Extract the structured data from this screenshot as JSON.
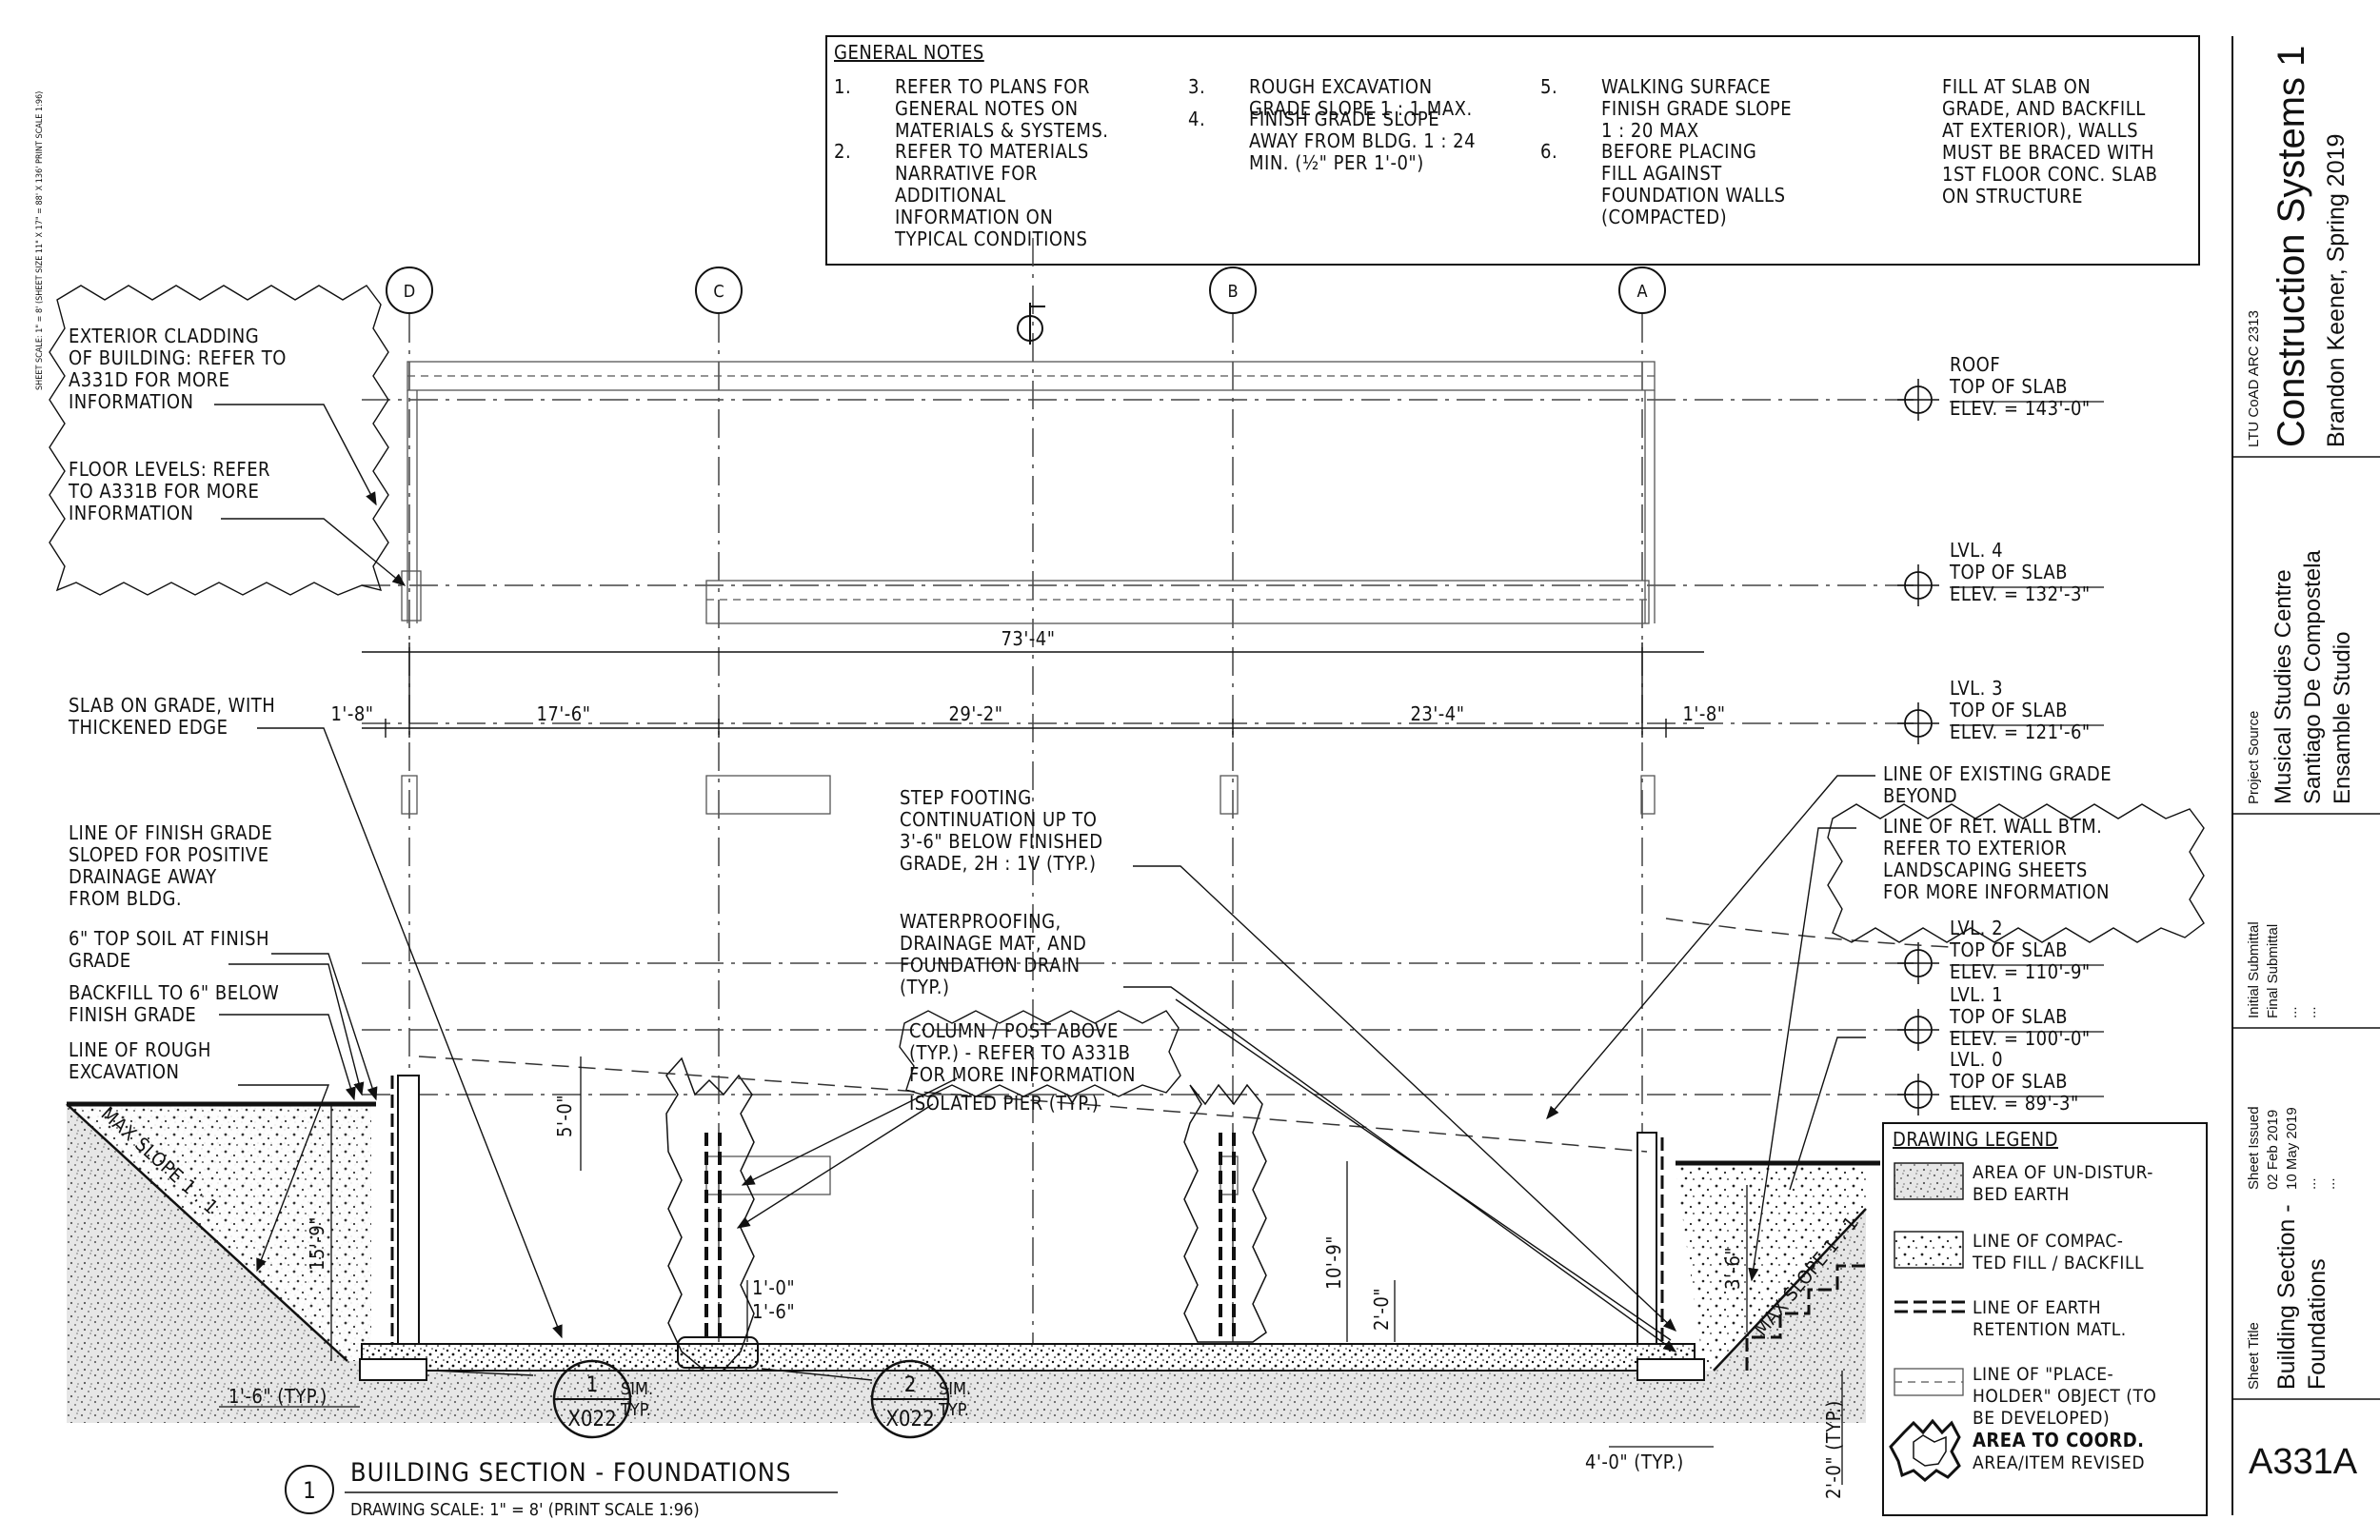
{
  "sheet_scale_note": "SHEET SCALE: 1\" = 8' (SHEET SIZE 11\" X 17\" = 88' X 136' PRINT SCALE 1:96)",
  "general_notes": {
    "title": "GENERAL NOTES",
    "items": [
      {
        "num": "1.",
        "lines": [
          "REFER TO PLANS FOR",
          "GENERAL NOTES ON",
          "MATERIALS & SYSTEMS."
        ]
      },
      {
        "num": "2.",
        "lines": [
          "REFER TO MATERIALS",
          "NARRATIVE FOR",
          "ADDITIONAL",
          "INFORMATION ON",
          "TYPICAL CONDITIONS"
        ]
      },
      {
        "num": "3.",
        "lines": [
          "ROUGH EXCAVATION",
          "GRADE SLOPE 1 : 1 MAX."
        ]
      },
      {
        "num": "4.",
        "lines": [
          "FINISH GRADE SLOPE",
          "AWAY FROM BLDG. 1 : 24",
          "MIN. (½\" PER 1'-0\")"
        ]
      },
      {
        "num": "5.",
        "lines": [
          "WALKING SURFACE",
          "FINISH GRADE SLOPE",
          "1 : 20 MAX"
        ]
      },
      {
        "num": "6.",
        "lines": [
          "BEFORE PLACING",
          "FILL AGAINST",
          "FOUNDATION WALLS",
          "(COMPACTED)"
        ]
      },
      {
        "num": "",
        "lines": [
          "FILL AT SLAB ON",
          "GRADE, AND BACKFILL",
          "AT EXTERIOR), WALLS",
          "MUST BE BRACED WITH",
          "1ST FLOOR CONC. SLAB",
          "ON STRUCTURE"
        ]
      }
    ]
  },
  "grid_lines": [
    "D",
    "C",
    "B",
    "A"
  ],
  "levels": [
    {
      "lines": [
        "ROOF",
        "TOP OF SLAB",
        "ELEV. = 143'-0\""
      ]
    },
    {
      "lines": [
        "LVL. 4",
        "TOP OF SLAB",
        "ELEV. = 132'-3\""
      ]
    },
    {
      "lines": [
        "LVL. 3",
        "TOP OF SLAB",
        "ELEV. = 121'-6\""
      ]
    },
    {
      "lines": [
        "LVL. 2",
        "TOP OF SLAB",
        "ELEV. = 110'-9\""
      ]
    },
    {
      "lines": [
        "LVL. 1",
        "TOP OF SLAB",
        "ELEV. = 100'-0\""
      ]
    },
    {
      "lines": [
        "LVL. 0",
        "TOP OF SLAB",
        "ELEV. = 89'-3\""
      ]
    }
  ],
  "dimensions": {
    "overall": "73'-4\"",
    "bays": [
      "1'-8\"",
      "17'-6\"",
      "29'-2\"",
      "23'-4\"",
      "1'-8\""
    ],
    "five_ft": "5'-0\"",
    "fifteen_nine": "15'-9\"",
    "ten_nine": "10'-9\"",
    "two_ft": "2'-0\"",
    "one_ft": "1'-0\"",
    "one_six": "1'-6\"",
    "three_six": "3'-6\"",
    "footing_typ": "1'-6\" (TYP.)",
    "four_typ": "4'-0\" (TYP.)",
    "two_typ": "2'-0\" (TYP.)",
    "max_slope_left": "MAX SLOPE 1 : 1",
    "max_slope_right": "MAX SLOPE 1 : 1"
  },
  "annotations": {
    "cladding": [
      "EXTERIOR CLADDING",
      "OF BUILDING: REFER TO",
      "A331D FOR MORE",
      "INFORMATION"
    ],
    "floor_levels": [
      "FLOOR LEVELS: REFER",
      "TO A331B FOR MORE",
      "INFORMATION"
    ],
    "slab_on_grade": [
      "SLAB ON GRADE, WITH",
      "THICKENED EDGE"
    ],
    "finish_grade": [
      "LINE OF FINISH GRADE",
      "SLOPED FOR POSITIVE",
      "DRAINAGE AWAY",
      "FROM BLDG."
    ],
    "top_soil": [
      "6\" TOP SOIL AT FINISH",
      "GRADE"
    ],
    "backfill": [
      "BACKFILL TO 6\" BELOW",
      "FINISH GRADE"
    ],
    "rough_excavation": [
      "LINE OF ROUGH",
      "EXCAVATION"
    ],
    "step_footing": [
      "STEP FOOTING",
      "CONTINUATION UP TO",
      "3'-6\" BELOW FINISHED",
      "GRADE, 2H : 1V (TYP.)"
    ],
    "waterproofing": [
      "WATERPROOFING,",
      "DRAINAGE MAT, AND",
      "FOUNDATION DRAIN",
      "(TYP.)"
    ],
    "column_post": [
      "COLUMN / POST ABOVE",
      "(TYP.) - REFER TO A331B",
      "FOR MORE INFORMATION"
    ],
    "isolated_pier": [
      "ISOLATED PIER (TYP.)"
    ],
    "existing_grade": [
      "LINE OF EXISTING GRADE",
      "BEYOND"
    ],
    "ret_wall": [
      "LINE OF RET. WALL BTM.",
      "REFER TO EXTERIOR",
      "LANDSCAPING SHEETS",
      "FOR MORE INFORMATION"
    ]
  },
  "detail_callouts": [
    {
      "num": "1",
      "sheet": "X022",
      "note": [
        "SIM.",
        "TYP."
      ]
    },
    {
      "num": "2",
      "sheet": "X022",
      "note": [
        "SIM.",
        "TYP."
      ]
    }
  ],
  "legend": {
    "title": "DRAWING LEGEND",
    "items": [
      {
        "lines": [
          "AREA OF UN-DISTUR-",
          "BED EARTH"
        ]
      },
      {
        "lines": [
          "LINE OF COMPAC-",
          "TED FILL / BACKFILL"
        ]
      },
      {
        "lines": [
          "LINE OF EARTH",
          "RETENTION MATL."
        ]
      },
      {
        "lines": [
          "LINE OF \"PLACE-",
          "HOLDER\" OBJECT (TO",
          "BE DEVELOPED)"
        ]
      },
      {
        "lines": [
          "AREA TO COORD.",
          "AREA/ITEM REVISED"
        ]
      }
    ]
  },
  "drawing_title": {
    "num": "1",
    "title": "BUILDING SECTION - FOUNDATIONS",
    "scale": "DRAWING SCALE: 1\" = 8' (PRINT SCALE 1:96)"
  },
  "title_block": {
    "course": "LTU CoAD ARC 2313",
    "course_title": "Construction Systems 1",
    "author": "Brandon Keener, Spring 2019",
    "project_label": "Project Source",
    "project": [
      "Musical Studies Centre",
      "Santiago De Compostela",
      "Ensamble Studio"
    ],
    "submittals": [
      "Initial Submittal",
      "Final Submittal",
      "...",
      "..."
    ],
    "issued_label": "Sheet Issued",
    "issued": [
      "02 Feb 2019",
      "10 May 2019",
      "...",
      "..."
    ],
    "sheet_title_label": "Sheet Title",
    "sheet_title": [
      "Building Section -",
      "Foundations"
    ],
    "sheet_number": "A331A"
  }
}
